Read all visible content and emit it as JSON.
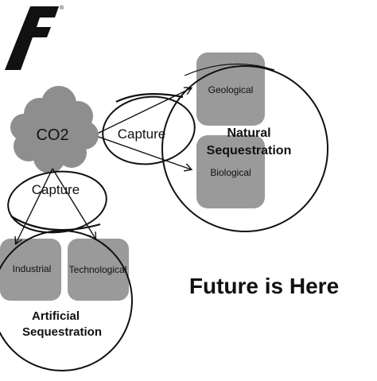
{
  "logo": {
    "letter": "F",
    "registered": "®"
  },
  "source": {
    "label": "CO2"
  },
  "capture_top": {
    "label": "Capture"
  },
  "capture_left": {
    "label": "Capture"
  },
  "natural": {
    "boxes": [
      {
        "label": "Geological"
      },
      {
        "label": "Biological"
      }
    ],
    "title_line1": "Natural",
    "title_line2": "Sequestration"
  },
  "artificial": {
    "boxes": [
      {
        "label": "Industrial"
      },
      {
        "label": "Technological"
      }
    ],
    "title_line1": "Artificial",
    "title_line2": "Sequestration"
  },
  "tagline": "Future is Here",
  "colors": {
    "box_fill": "#9a9a9a",
    "cloud_fill": "#8e8e8e",
    "ink": "#111111",
    "background": "#ffffff"
  }
}
